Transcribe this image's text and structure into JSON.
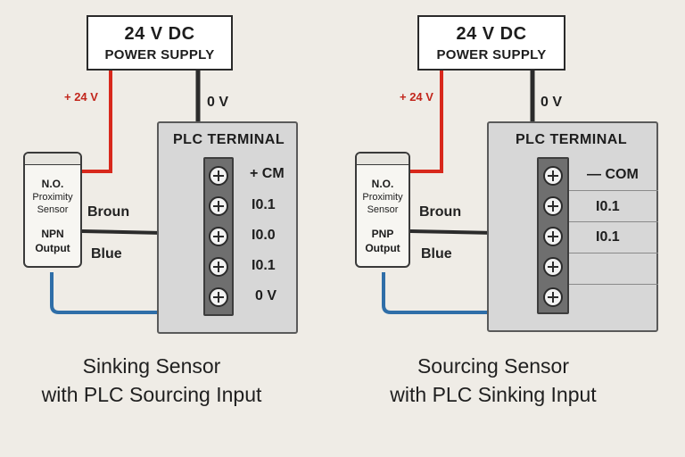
{
  "colors": {
    "positive_wire": "#d8281c",
    "blue_wire": "#2f6ea8",
    "black_wire": "#2b2b2b",
    "terminal_strip": "#6f6f6f",
    "plc_body": "#d7d7d7"
  },
  "left": {
    "power_supply": {
      "line1": "24 V DC",
      "line2": "POWER SUPPLY"
    },
    "plus_label": "+ 24 V",
    "zero_label": "0 V",
    "plc_title": "PLC TERMINAL",
    "terminals": [
      "+ CM",
      "I0.1",
      "I0.0",
      "I0.1",
      "0 V"
    ],
    "sensor": {
      "line1": "N.O.",
      "line2": "Proximity",
      "line3": "Sensor",
      "line4": "NPN",
      "line5": "Output"
    },
    "brown_label": "Broun",
    "blue_label": "Blue",
    "caption_line1": "Sinking Sensor",
    "caption_line2": "with PLC Sourcing Input"
  },
  "right": {
    "power_supply": {
      "line1": "24 V DC",
      "line2": "POWER SUPPLY"
    },
    "plus_label": "+ 24 V",
    "zero_label": "0 V",
    "plc_title": "PLC TERMINAL",
    "terminals": [
      "— COM",
      "I0.1",
      "I0.1",
      "",
      ""
    ],
    "sensor": {
      "line1": "N.O.",
      "line2": "Proximity",
      "line3": "Sensor",
      "line4": "PNP",
      "line5": "Output"
    },
    "brown_label": "Broun",
    "blue_label": "Blue",
    "caption_line1": "Sourcing Sensor",
    "caption_line2": "with PLC Sinking Input"
  }
}
